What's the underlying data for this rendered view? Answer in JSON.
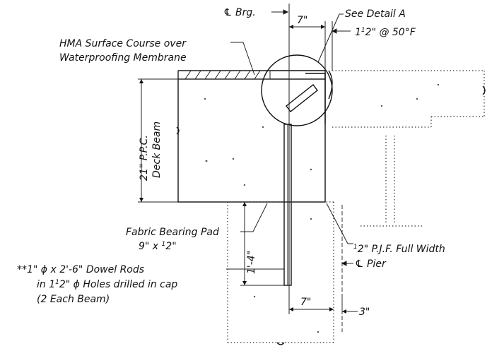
{
  "labels": {
    "cl_brg": "℄ Brg.",
    "see_detail": "See Detail A",
    "hma_line1": "HMA Surface Course over",
    "hma_line2": "Waterproofing Membrane",
    "dim_7_top": "7\"",
    "gap_temp_prefix": "1",
    "gap_temp_frac": "1",
    "gap_temp_rest": "2\" @ 50°F",
    "beam_depth_line1": "21\" P.P.C.",
    "beam_depth_line2": "Deck Beam",
    "pad_line1": "Fabric Bearing Pad",
    "pad_line2_a": "9\" x ",
    "pad_line2_frac": "1",
    "pad_line2_b": "2\"",
    "pjf_frac": "1",
    "pjf_text": "2\" P.J.F. Full  Width",
    "dowel_len": "1'-4\"",
    "dowel_line1": "**1\" ϕ x 2'-6\" Dowel Rods",
    "dowel_line2_a": "in 1",
    "dowel_line2_frac": "1",
    "dowel_line2_b": "2\" ϕ Holes drilled in cap",
    "dowel_line3": "(2 Each Beam)",
    "cl_pier": "℄ Pier",
    "dim_7_bottom": "7\"",
    "dim_3": "3\""
  }
}
